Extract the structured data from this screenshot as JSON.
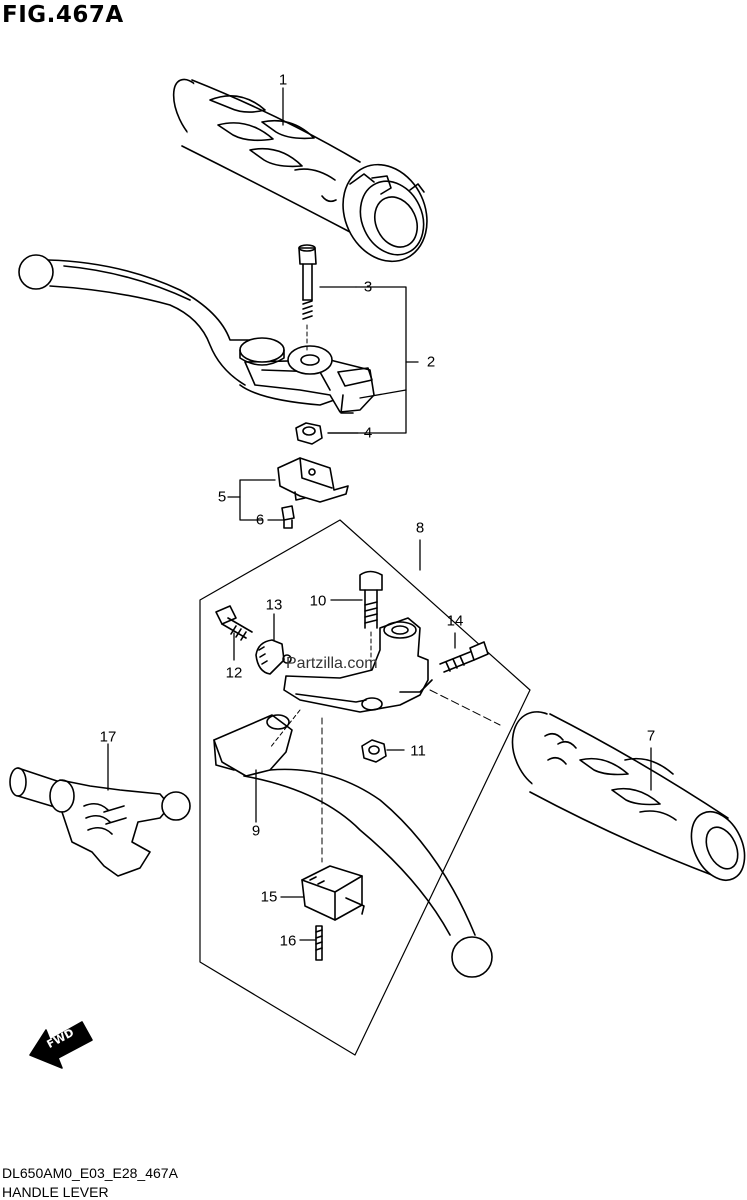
{
  "figure": {
    "title": "FIG.467A",
    "code": "DL650AM0_E03_E28_467A",
    "caption": "HANDLE LEVER"
  },
  "callouts": [
    "1",
    "2",
    "3",
    "4",
    "5",
    "6",
    "7",
    "8",
    "9",
    "10",
    "11",
    "12",
    "13",
    "14",
    "15",
    "16",
    "17"
  ],
  "watermark": "Partzilla.com",
  "fwd_label": "FWD"
}
